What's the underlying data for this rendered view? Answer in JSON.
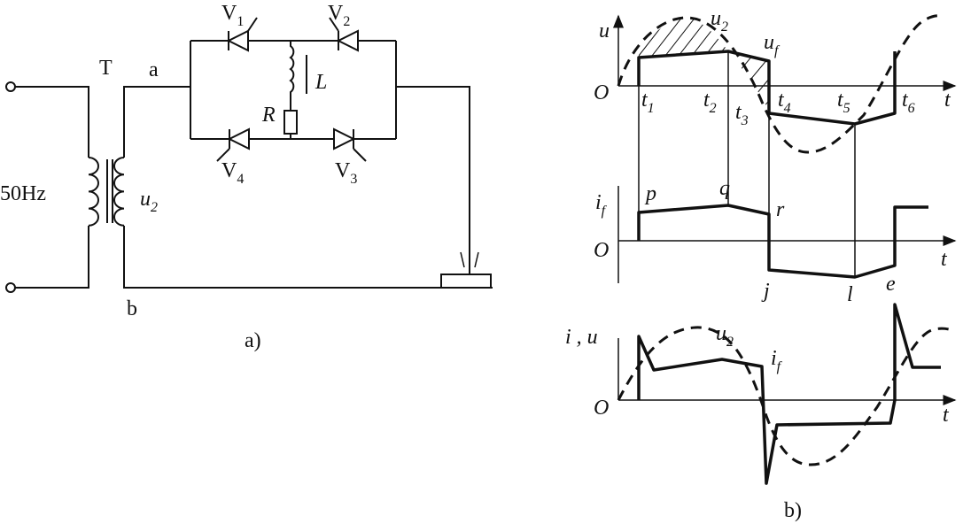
{
  "circuit": {
    "source_label": "50Hz",
    "transformer_label": "T",
    "node_a": "a",
    "node_b": "b",
    "secondary_voltage": {
      "main": "u",
      "sub": "2"
    },
    "inductor": "L",
    "resistor": "R",
    "thyristors": [
      {
        "main": "V",
        "sub": "1"
      },
      {
        "main": "V",
        "sub": "2"
      },
      {
        "main": "V",
        "sub": "3"
      },
      {
        "main": "V",
        "sub": "4"
      }
    ],
    "caption": "a)"
  },
  "waveforms": {
    "caption": "b)",
    "top": {
      "y_label": "u",
      "origin": "O",
      "x_label": "t",
      "curve_labels": [
        {
          "main": "u",
          "sub": "2"
        },
        {
          "main": "u",
          "sub": "f"
        }
      ],
      "time_marks": [
        {
          "main": "t",
          "sub": "1"
        },
        {
          "main": "t",
          "sub": "2"
        },
        {
          "main": "t",
          "sub": "3"
        },
        {
          "main": "t",
          "sub": "4"
        },
        {
          "main": "t",
          "sub": "5"
        },
        {
          "main": "t",
          "sub": "6"
        }
      ]
    },
    "middle": {
      "y_label": {
        "main": "i",
        "sub": "f"
      },
      "origin": "O",
      "x_label": "t",
      "points": [
        "p",
        "q",
        "r",
        "j",
        "l",
        "e"
      ]
    },
    "bottom": {
      "y_label": "i , u",
      "origin": "O",
      "x_label": "t",
      "curve_labels": [
        {
          "main": "u",
          "sub": "2"
        },
        {
          "main": "i",
          "sub": "f"
        }
      ]
    }
  }
}
